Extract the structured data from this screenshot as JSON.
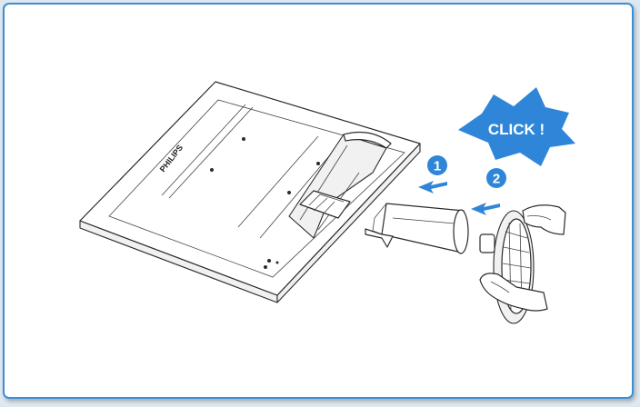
{
  "callout": {
    "text": "CLICK !"
  },
  "brand": {
    "text": "PHILIPS"
  },
  "steps": [
    {
      "label": "1"
    },
    {
      "label": "2"
    }
  ],
  "colors": {
    "accent": "#2f86d8",
    "frame_border": "#3b8fd6",
    "line": "#2b2b2b"
  }
}
